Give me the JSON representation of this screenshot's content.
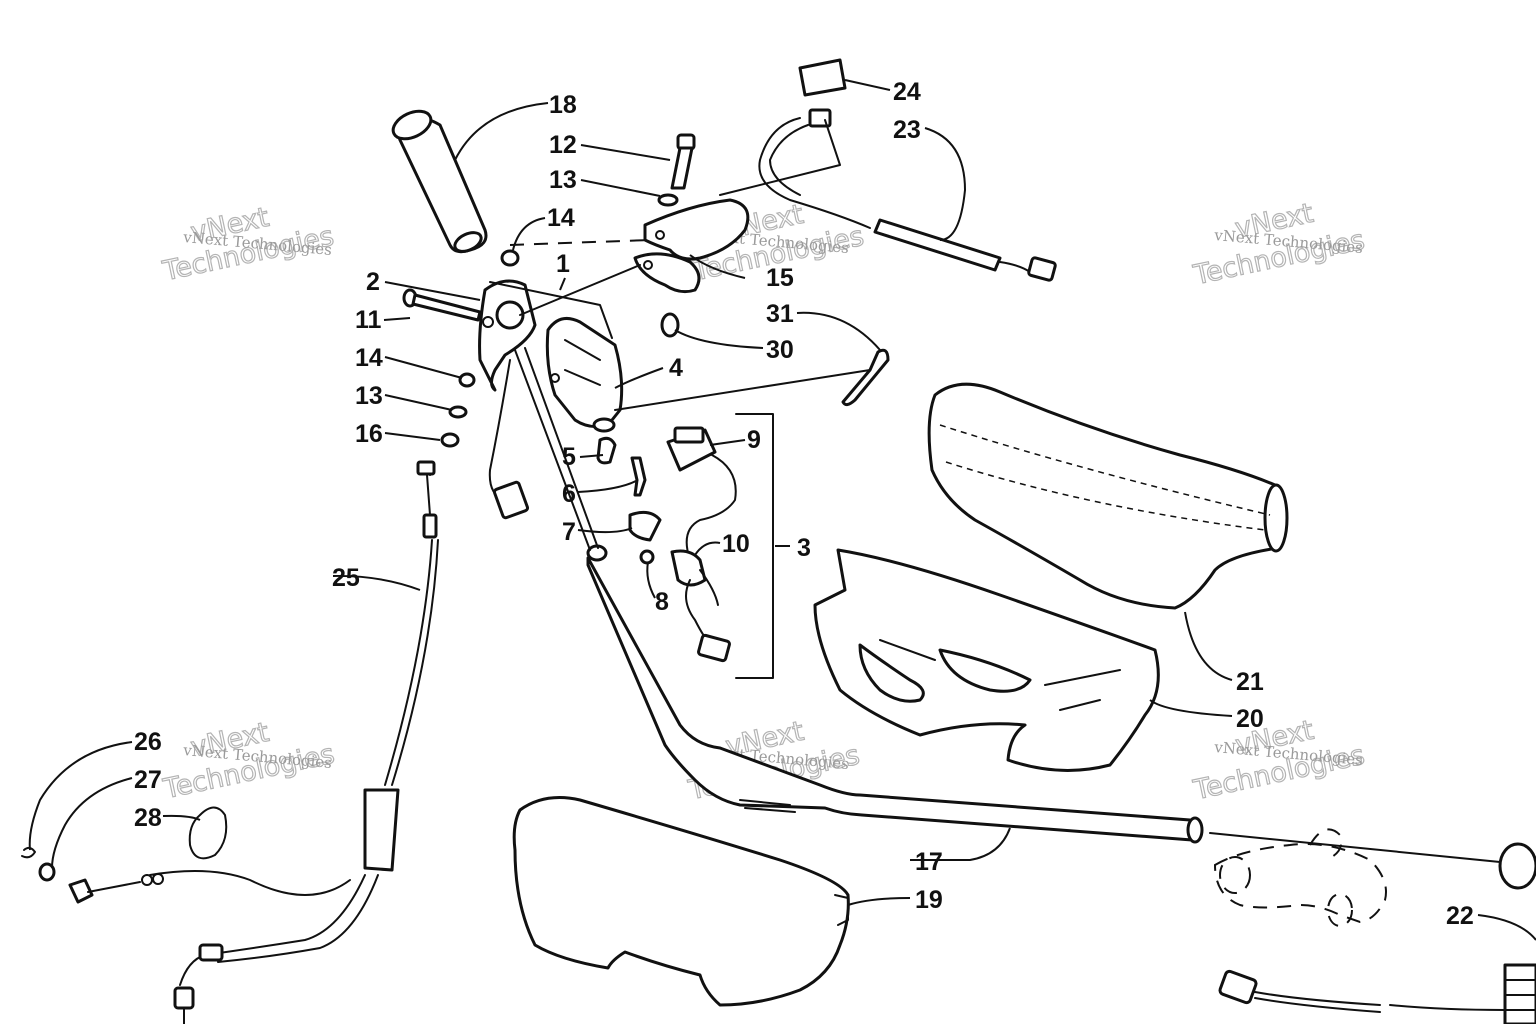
{
  "watermark": {
    "line1": "vNext",
    "line2": "Technologies",
    "caption": "vNext Technologies"
  },
  "callouts": {
    "c1": "1",
    "c2": "2",
    "c3": "3",
    "c4": "4",
    "c5": "5",
    "c6": "6",
    "c7": "7",
    "c8": "8",
    "c9": "9",
    "c10": "10",
    "c11": "11",
    "c12": "12",
    "c13a": "13",
    "c13b": "13",
    "c14a": "14",
    "c14b": "14",
    "c15": "15",
    "c16": "16",
    "c17": "17",
    "c18": "18",
    "c19": "19",
    "c20": "20",
    "c21": "21",
    "c22": "22",
    "c23": "23",
    "c24": "24",
    "c25": "25",
    "c26": "26",
    "c27": "27",
    "c28": "28",
    "c30": "30",
    "c31": "31"
  }
}
